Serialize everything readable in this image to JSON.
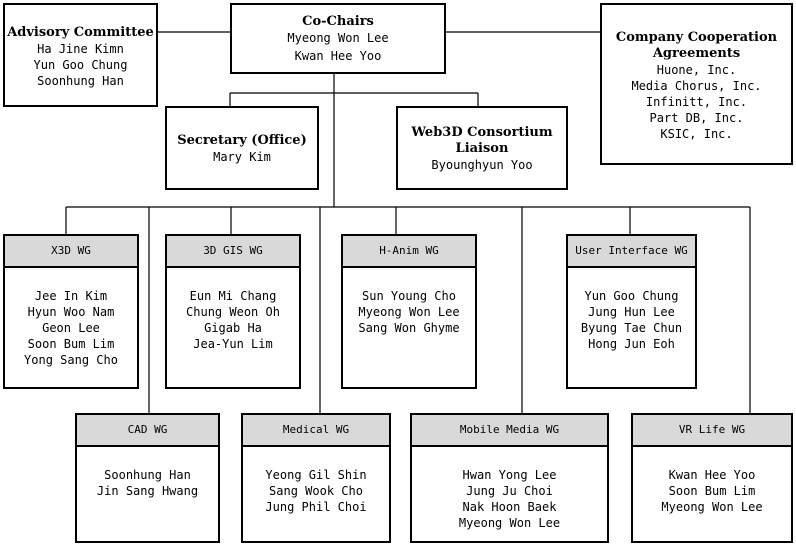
{
  "cochairs": {
    "title": "Co-Chairs",
    "members": [
      "Myeong Won Lee",
      "Kwan Hee Yoo"
    ]
  },
  "advisory": {
    "title": "Advisory Committee",
    "members": [
      "Ha Jine Kimn",
      "Yun Goo Chung",
      "Soonhung Han"
    ]
  },
  "company": {
    "title_line1": "Company Cooperation",
    "title_line2": "Agreements",
    "members": [
      "Huone, Inc.",
      "Media Chorus, Inc.",
      "Infinitt, Inc.",
      "Part DB, Inc.",
      "KSIC, Inc."
    ]
  },
  "secretary": {
    "title": "Secretary (Office)",
    "members": [
      "Mary Kim"
    ]
  },
  "liaison": {
    "title_line1": "Web3D Consortium",
    "title_line2": "Liaison",
    "members": [
      "Byounghyun Yoo"
    ]
  },
  "wg_x3d": {
    "title": "X3D WG",
    "members": [
      "Jee In Kim",
      "Hyun Woo Nam",
      "Geon Lee",
      "Soon Bum Lim",
      "Yong Sang Cho"
    ]
  },
  "wg_3dgis": {
    "title": "3D GIS WG",
    "members": [
      "Eun Mi Chang",
      "Chung Weon Oh",
      "Gigab Ha",
      "Jea-Yun Lim"
    ]
  },
  "wg_hanim": {
    "title": "H-Anim WG",
    "members": [
      "Sun Young Cho",
      "Myeong Won Lee",
      "Sang Won Ghyme"
    ]
  },
  "wg_ui": {
    "title": "User Interface WG",
    "members": [
      "Yun Goo Chung",
      "Jung Hun Lee",
      "Byung Tae Chun",
      "Hong Jun Eoh"
    ]
  },
  "wg_cad": {
    "title": "CAD WG",
    "members": [
      "Soonhung Han",
      "Jin Sang Hwang"
    ]
  },
  "wg_medical": {
    "title": "Medical WG",
    "members": [
      "Yeong Gil Shin",
      "Sang Wook Cho",
      "Jung Phil Choi"
    ]
  },
  "wg_mobile": {
    "title": "Mobile Media WG",
    "members": [
      "Hwan Yong Lee",
      "Jung Ju Choi",
      "Nak Hoon Baek",
      "Myeong Won Lee"
    ]
  },
  "wg_vrlife": {
    "title": "VR Life WG",
    "members": [
      "Kwan Hee Yoo",
      "Soon Bum Lim",
      "Myeong Won Lee"
    ]
  }
}
